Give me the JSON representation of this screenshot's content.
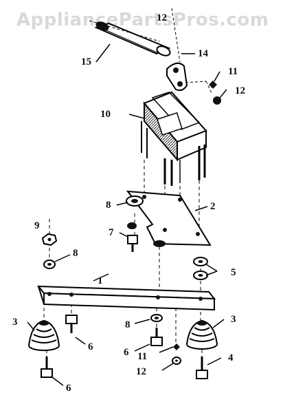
{
  "watermark": "AppliancePartsPros.com",
  "callouts": {
    "c1": "1",
    "c2": "2",
    "c3a": "3",
    "c3b": "3",
    "c4": "4",
    "c5": "5",
    "c6a": "6",
    "c6b": "6",
    "c6c": "6",
    "c7": "7",
    "c8a": "8",
    "c8b": "8",
    "c8c": "8",
    "c9": "9",
    "c10": "10",
    "c11a": "11",
    "c11b": "11",
    "c12a": "12",
    "c12b": "12",
    "c12c": "12",
    "c14": "14",
    "c15": "15"
  }
}
